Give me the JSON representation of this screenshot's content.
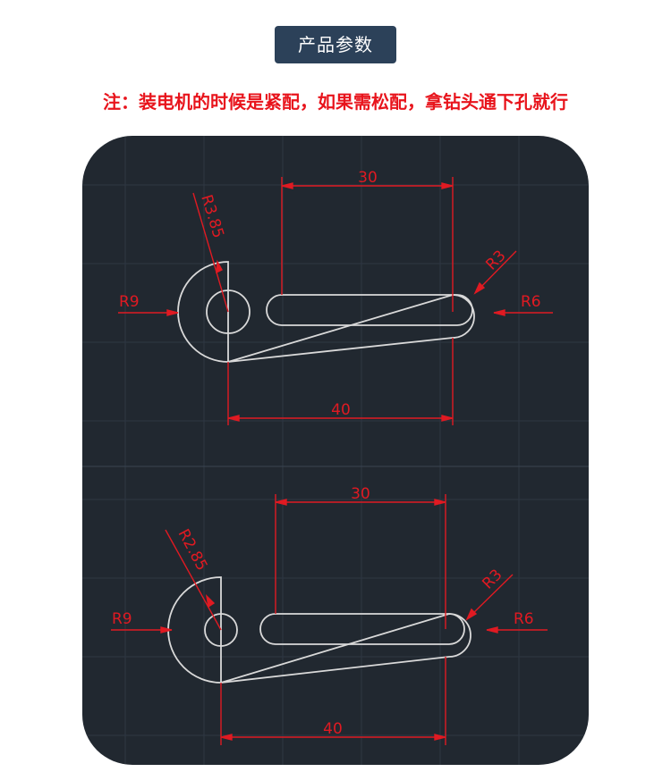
{
  "header": {
    "title": "产品参数"
  },
  "note": "注：装电机的时候是紧配，如果需松配，拿钻头通下孔就行",
  "colors": {
    "panel_bg": "#212830",
    "dimension": "#e01a22",
    "outline": "#d9d9d9",
    "badge_bg": "#2c4159",
    "note": "#e8141c"
  },
  "drawings": [
    {
      "labels": {
        "top_length": "30",
        "bottom_length": "40",
        "hole_radius": "R3.85",
        "big_end_radius": "R9",
        "small_end_radius": "R6",
        "slot_end_radius": "R3"
      }
    },
    {
      "labels": {
        "top_length": "30",
        "bottom_length": "40",
        "hole_radius": "R2.85",
        "big_end_radius": "R9",
        "small_end_radius": "R6",
        "slot_end_radius": "R3"
      }
    }
  ]
}
